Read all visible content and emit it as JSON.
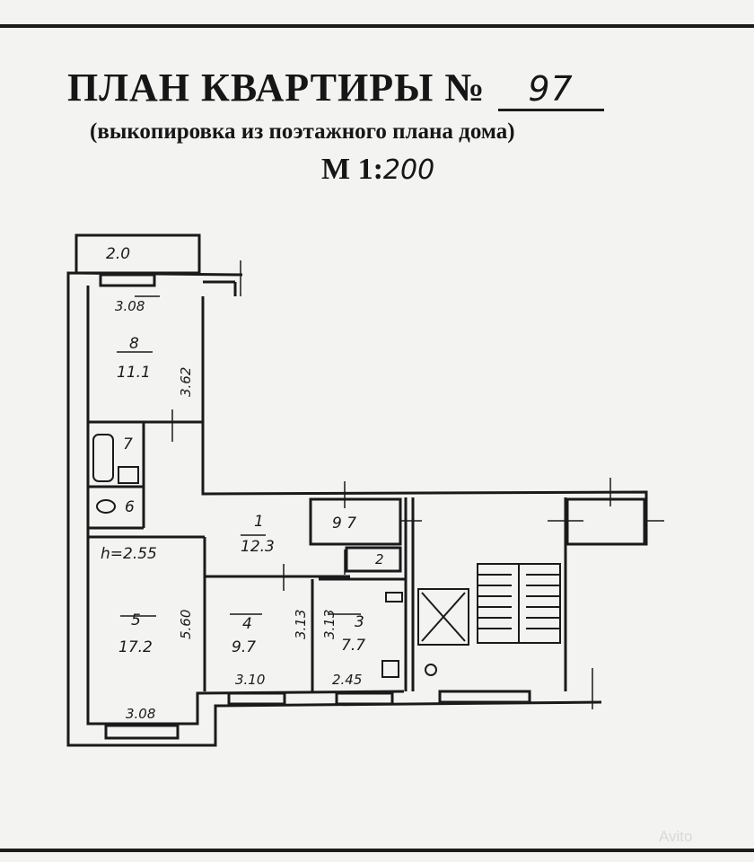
{
  "header": {
    "title": "ПЛАН КВАРТИРЫ №",
    "apartment_number": "97",
    "subtitle": "(выкопировка из поэтажного плана дома)",
    "scale_label": "М 1:",
    "scale_value": "200"
  },
  "plan": {
    "balcony_width": "2.0",
    "top_width": "3.08",
    "room8_number": "8",
    "room8_area": "11.1",
    "room8_length": "3.62",
    "room7_number": "7",
    "room6_number": "6",
    "room1_number": "1",
    "room1_area": "12.3",
    "room9_area": "9 7",
    "room2_number": "2",
    "ceiling_height": "h=2.55",
    "room5_number": "5",
    "room5_area": "17.2",
    "room5_length": "5.60",
    "room5_width": "3.08",
    "room4_number": "4",
    "room4_area": "9.7",
    "room4_length": "3.13",
    "room4_width": "3.10",
    "room3_number": "3",
    "room3_area": "7.7",
    "room3_length": "3.13",
    "room3_width": "2.45"
  },
  "footer": {
    "watermark": "Avito"
  },
  "colors": {
    "ink": "#1a1a1a",
    "paper": "#f3f3f1"
  }
}
